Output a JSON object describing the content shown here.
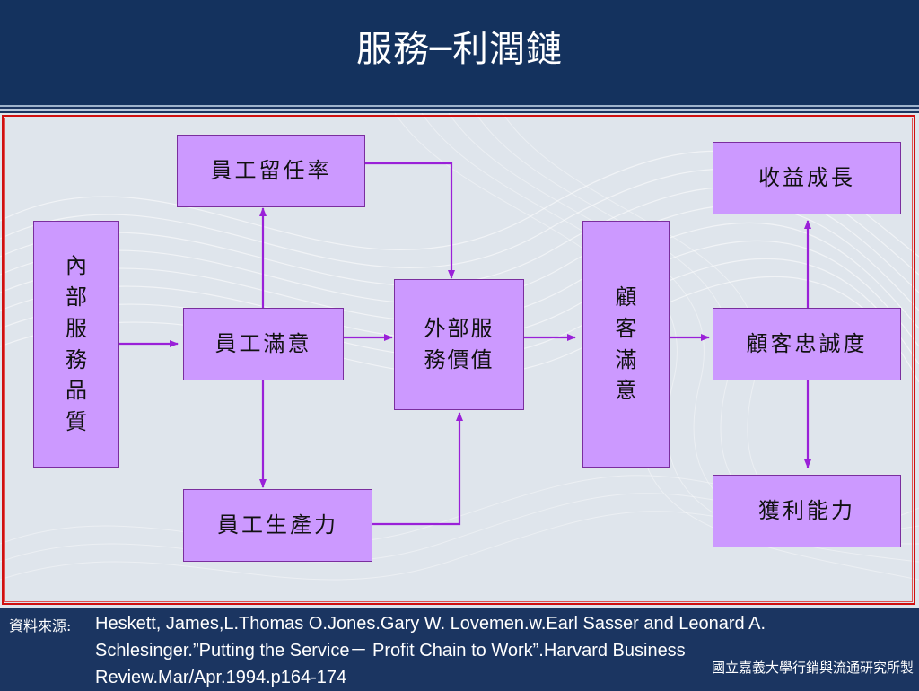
{
  "slide": {
    "title": "服務─利潤鏈"
  },
  "diagram": {
    "boxes": {
      "internal_quality": "內\n部\n服\n務\n品\n質",
      "employee_retention": "員工留任率",
      "employee_satisfaction": "員工滿意",
      "employee_productivity": "員工生產力",
      "external_service_value": "外部服\n務價值",
      "customer_satisfaction": "顧\n客\n滿\n意",
      "revenue_growth": "收益成長",
      "customer_loyalty": "顧客忠誠度",
      "profitability": "獲利能力"
    },
    "colors": {
      "box_fill": "#cc99ff",
      "box_border": "#7a2e9e",
      "arrow": "#9a20d8",
      "frame": "#d01010",
      "header_bg": "#14325e"
    }
  },
  "footer": {
    "source_label": "資料來源:",
    "source_text": "Heskett, James,L.Thomas O.Jones.Gary W. Lovemen.w.Earl Sasser and Leonard A. Schlesinger.”Putting the Service－ Profit Chain to Work”.Harvard Business Review.Mar/Apr.1994.p164-174",
    "institution": "國立嘉義大學行銷與流通研究所製"
  }
}
